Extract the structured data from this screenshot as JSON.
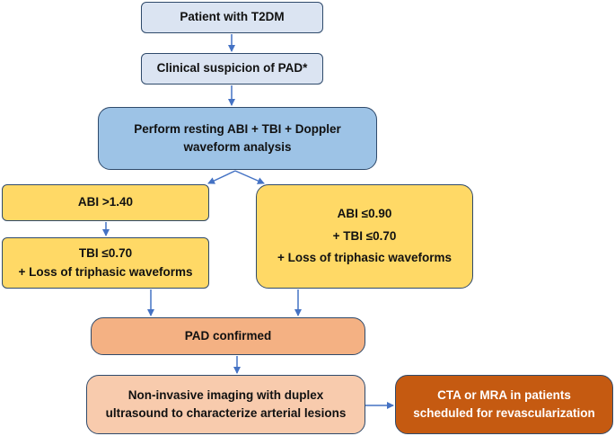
{
  "nodes": {
    "patient": {
      "lines": [
        "Patient with T2DM"
      ],
      "fill": "#dbe4f2"
    },
    "suspicion": {
      "lines": [
        "Clinical suspicion of PAD*"
      ],
      "fill": "#dbe4f2"
    },
    "perform": {
      "lines": [
        "Perform resting ABI + TBI + Doppler",
        "waveform analysis"
      ],
      "fill": "#9dc3e6"
    },
    "abi_high": {
      "lines": [
        "ABI >1.40"
      ],
      "fill": "#ffd966"
    },
    "tbi_left": {
      "lines": [
        "TBI ≤0.70",
        "+ Loss of triphasic waveforms"
      ],
      "fill": "#ffd966"
    },
    "abi_low": {
      "lines": [
        "ABI ≤0.90",
        "+ TBI ≤0.70",
        "+ Loss of triphasic waveforms"
      ],
      "fill": "#ffd966"
    },
    "confirmed": {
      "lines": [
        "PAD confirmed"
      ],
      "fill": "#f4b183"
    },
    "imaging": {
      "lines": [
        "Non-invasive imaging with duplex",
        "ultrasound to characterize arterial lesions"
      ],
      "fill": "#f8cbad"
    },
    "cta": {
      "lines": [
        "CTA or MRA in patients",
        "scheduled for revascularization"
      ],
      "fill": "#c55a11"
    }
  },
  "colors": {
    "arrow": "#4472c4",
    "border": "#2f4a6b",
    "cta_text": "#ffffff"
  }
}
